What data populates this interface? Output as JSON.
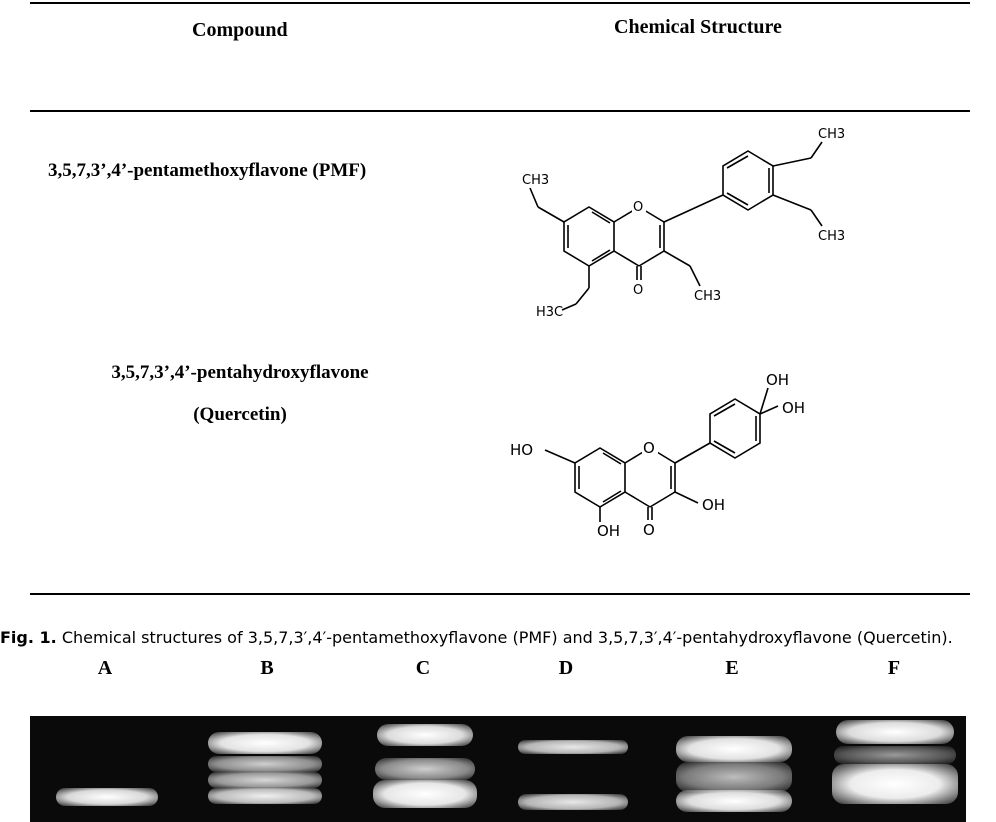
{
  "table": {
    "headers": {
      "compound": "Compound",
      "structure": "Chemical Structure"
    },
    "rows": [
      {
        "name_line1": "3,5,7,3’,4’-pentamethoxyflavone (PMF)",
        "labels": {
          "top_ch3": "CH3",
          "ring_o": "O",
          "right_mid_ch3": "CH3",
          "left_ch3": "CH3",
          "keto_o": "O",
          "ch3_3pos": "CH3",
          "bottom_h3c": "H3C"
        }
      },
      {
        "name_line1": "3,5,7,3’,4’-pentahydroxyflavone",
        "name_line2": "(Quercetin)",
        "labels": {
          "oh_top": "OH",
          "oh_right": "OH",
          "ho_left": "HO",
          "ring_o": "O",
          "oh_3pos": "OH",
          "oh_bottom": "OH",
          "keto_o": "O"
        }
      }
    ]
  },
  "caption": {
    "label": "Fig. 1.",
    "text": "Chemical structures of 3,5,7,3′,4′-pentamethoxyflavone (PMF) and 3,5,7,3′,4′-pentahydroxyflavone (Quercetin)."
  },
  "gel": {
    "lanes": [
      "A",
      "B",
      "C",
      "D",
      "E",
      "F"
    ]
  }
}
